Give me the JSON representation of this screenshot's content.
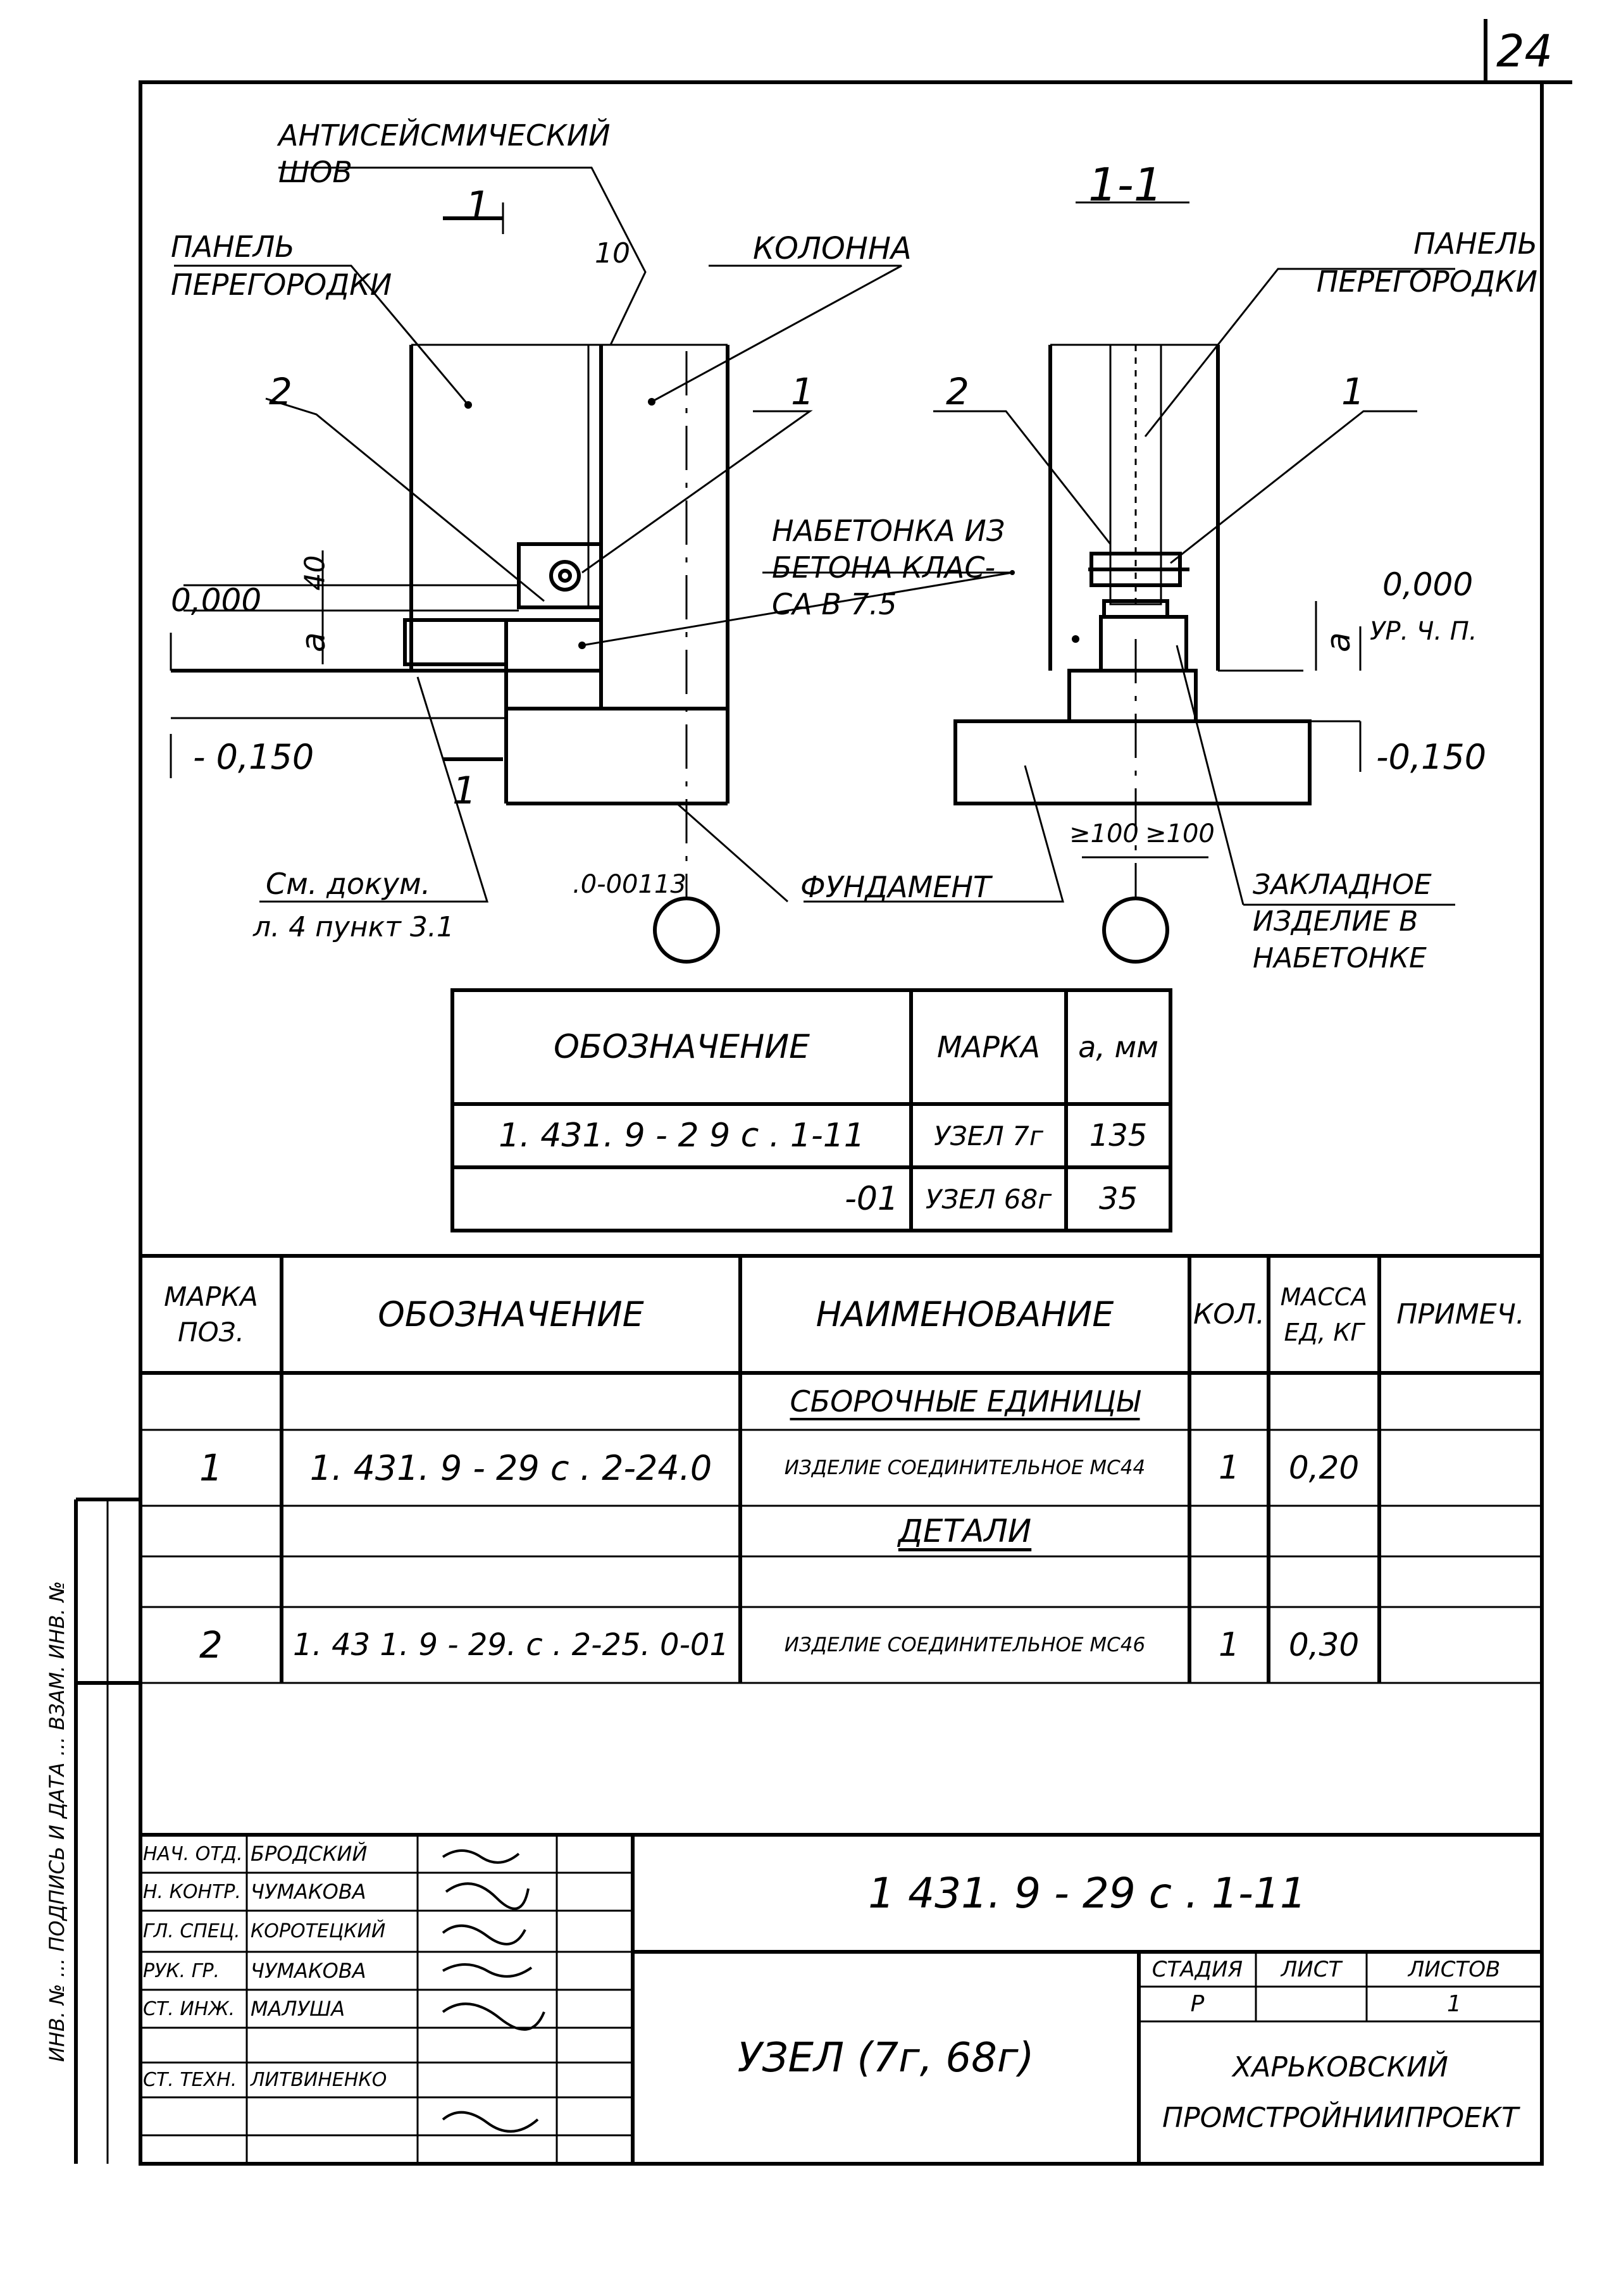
{
  "sheet_number": "24",
  "drawing": {
    "antiseismic_seam": "АНТИСЕЙСМИЧЕСКИЙ ШОВ",
    "section_mark": "1",
    "section_title": "1-1",
    "partition_panel_left": "ПАНЕЛЬ ПЕРЕГОРОДКИ",
    "partition_panel_right": "ПАНЕЛЬ ПЕРЕГОРОДКИ",
    "column": "КОЛОННА",
    "dim_10": "10",
    "pos2_left": "2",
    "pos1_left": "1",
    "pos2_right": "2",
    "pos1_right": "1",
    "concrete_overlay": "НАБЕТОНКА ИЗ БЕТОНА КЛАС- СА В 7.5",
    "dim_40": "40",
    "dim_a_left": "a",
    "dim_a_right": "a",
    "level_000_left": "0,000",
    "level_000_right": "0,000",
    "floor_level": "УР. Ч. П.",
    "level_m150_left": "- 0,150",
    "level_m150_right": "-0,150",
    "cut_mark_bottom": "1",
    "dim_100_a": "≥100",
    "dim_100_b": "≥100",
    "see_doc": "См. докум.",
    "see_doc_code": ".0-00113",
    "see_doc_ref": "л. 4 пункт 3.1",
    "foundation": "ФУНДАМЕНТ",
    "embedded": "ЗАКЛАДНОЕ ИЗДЕЛИЕ В НАБЕТОНКЕ"
  },
  "variant_table": {
    "headers": [
      "ОБОЗНАЧЕНИЕ",
      "МАРКА",
      "a, мм"
    ],
    "rows": [
      [
        "1. 431. 9 - 2 9 с . 1-11",
        "УЗЕЛ 7г",
        "135"
      ],
      [
        "-01",
        "УЗЕЛ 68г",
        "35"
      ]
    ]
  },
  "spec_table": {
    "headers": [
      "МАРКА ПОЗ.",
      "ОБОЗНАЧЕНИЕ",
      "НАИМЕНОВАНИЕ",
      "КОЛ.",
      "МАССА ЕД, КГ",
      "ПРИМЕЧ."
    ],
    "section_assembly": "СБОРОЧНЫЕ ЕДИНИЦЫ",
    "section_details": "ДЕТАЛИ",
    "rows": [
      [
        "1",
        "1. 431. 9 - 29 с . 2-24.0",
        "ИЗДЕЛИЕ СОЕДИНИТЕЛЬНОЕ МС44",
        "1",
        "0,20",
        ""
      ],
      [
        "2",
        "1. 43 1. 9 - 29. с . 2-25. 0-01",
        "ИЗДЕЛИЕ СОЕДИНИТЕЛЬНОЕ МС46",
        "1",
        "0,30",
        ""
      ]
    ]
  },
  "side_stamp": "ИНВ. № ... ПОДПИСЬ И ДАТА ... ВЗАМ. ИНВ. №",
  "title_block": {
    "roles": [
      "НАЧ. ОТД.",
      "Н. КОНТР.",
      "ГЛ. СПЕЦ.",
      "РУК. ГР.",
      "СТ. ИНЖ.",
      "",
      "СТ. ТЕХН."
    ],
    "names": [
      "БРОДСКИЙ",
      "ЧУМАКОВА",
      "КОРОТЕЦКИЙ",
      "ЧУМАКОВА",
      "МАЛУША",
      "",
      "ЛИТВИНЕНКО"
    ],
    "doc_code": "1 431. 9 - 29 с . 1-11",
    "title": "УЗЕЛ (7г, 68г)",
    "stage_label": "СТАДИЯ",
    "sheet_label": "ЛИСТ",
    "sheets_label": "ЛИСТОВ",
    "stage": "Р",
    "sheet": "",
    "sheets": "1",
    "org": "ХАРЬКОВСКИЙ ПРОМСТРОЙНИИПРОЕКТ"
  }
}
